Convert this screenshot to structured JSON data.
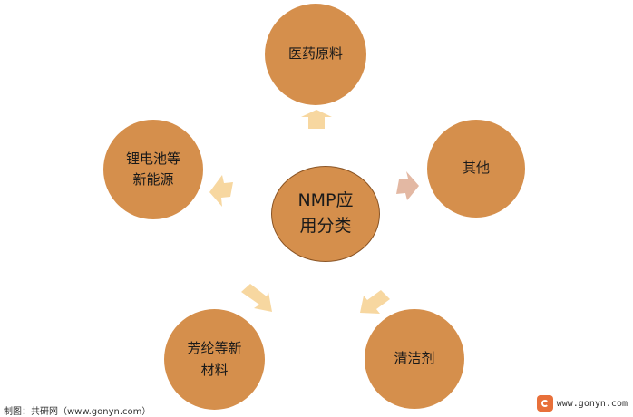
{
  "diagram": {
    "center": "NMP应\n用分类",
    "nodes": {
      "top": "医药原料",
      "right": "其他",
      "bottom_right": "清洁剂",
      "bottom_left": "芳纶等新\n材料",
      "left": "锂电池等\n新能源"
    }
  },
  "colors": {
    "node_fill": "#d58f4c",
    "arrow_fill": "#f7d7a0",
    "arrow_fill_right": "#e3b8a3"
  },
  "footer": {
    "source": "制图：共研网（www.gonyn.com）",
    "logo_text": "www.gonyn.com"
  }
}
